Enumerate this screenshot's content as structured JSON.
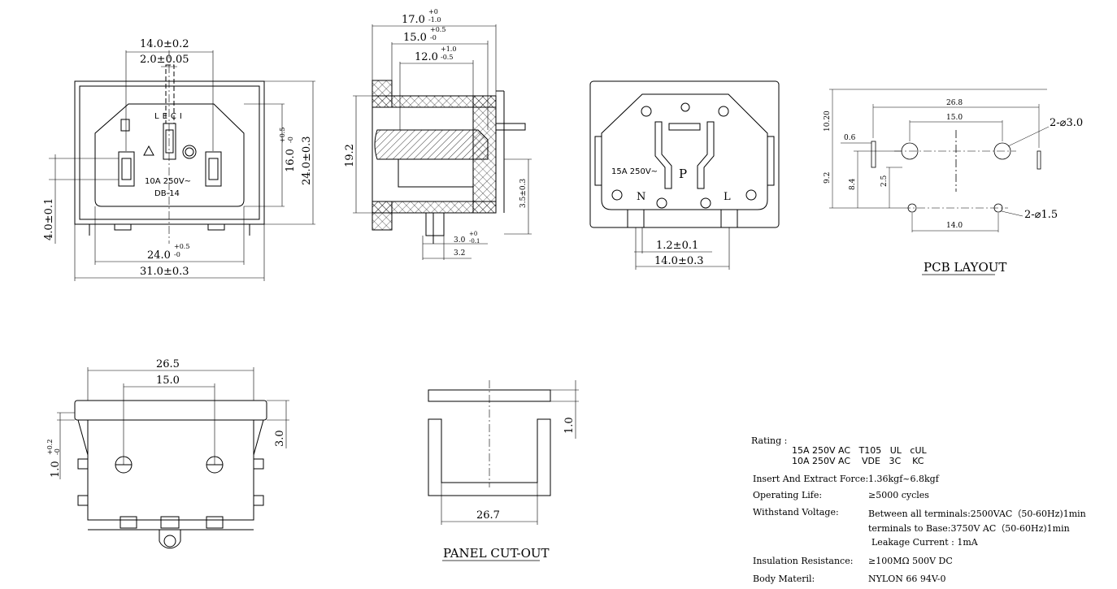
{
  "front_view": {
    "dims": {
      "top1": "14.0±0.2",
      "top2": "2.0±0.05",
      "right1": "16.0",
      "right1_tol_top": "+0.5",
      "right1_tol_bot": "-0",
      "right2": "24.0±0.3",
      "left": "4.0±0.1",
      "bottom1": "24.0",
      "bottom1_tol_top": "+0.5",
      "bottom1_tol_bot": "-0",
      "bottom2": "31.0±0.3"
    },
    "marks": {
      "lect": "LECI",
      "rating": "10A  250V~",
      "model": "DB-14"
    }
  },
  "side_view": {
    "dims": {
      "d1": "17.0",
      "d1_tol_top": "+0",
      "d1_tol_bot": "-1.0",
      "d2": "15.0",
      "d2_tol_top": "+0.5",
      "d2_tol_bot": "-0",
      "d3": "12.0",
      "d3_tol_top": "+1.0",
      "d3_tol_bot": "-0.5",
      "height": "19.2",
      "right": "3.5±0.3",
      "pin": "3.0",
      "pin_tol_top": "+0",
      "pin_tol_bot": "-0.1",
      "pin2": "3.2"
    }
  },
  "back_view": {
    "marks": {
      "rating": "15A  250V~",
      "p": "P",
      "n": "N",
      "l": "L"
    },
    "dims": {
      "d1": "1.2±0.1",
      "d2": "14.0±0.3"
    }
  },
  "pcb_layout": {
    "title": "PCB LAYOUT",
    "dims": {
      "top": "26.8",
      "inner": "15.0",
      "h1": "10.20",
      "w06": "0.6",
      "h92": "9.2",
      "h84": "8.4",
      "h25": "2.5",
      "bottom": "14.0",
      "hole_big": "2-⌀3.0",
      "hole_small": "2-⌀1.5"
    }
  },
  "bottom_view": {
    "dims": {
      "w": "26.5",
      "inner": "15.0",
      "h": "3.0",
      "left": "1.0",
      "left_tol_top": "+0.2",
      "left_tol_bot": "-0"
    }
  },
  "panel_cutout": {
    "title": "PANEL CUT-OUT",
    "dims": {
      "w": "26.7",
      "t": "1.0"
    }
  },
  "specs": {
    "rating_label": "Rating :",
    "rating_line1": "15A 250V AC   T105   UL   cUL",
    "rating_line2": "10A 250V AC    VDE   3C    KC",
    "rows": [
      {
        "label": "Insert And Extract Force:",
        "value": "1.36kgf~6.8kgf"
      },
      {
        "label": "Operating Life:",
        "value": "≥5000  cycles"
      },
      {
        "label": "Withstand Voltage:",
        "value": "Between all terminals:2500VAC（50-60Hz)1min"
      },
      {
        "label": "",
        "value": "terminals to Base:3750V AC（50-60Hz)1min"
      },
      {
        "label": "",
        "value": "Leakage Current : 1mA"
      },
      {
        "label": "Insulation Resistance:",
        "value": "≥100MΩ  500V DC"
      },
      {
        "label": "Body Materil:",
        "value": "NYLON 66   94V-0"
      }
    ]
  }
}
